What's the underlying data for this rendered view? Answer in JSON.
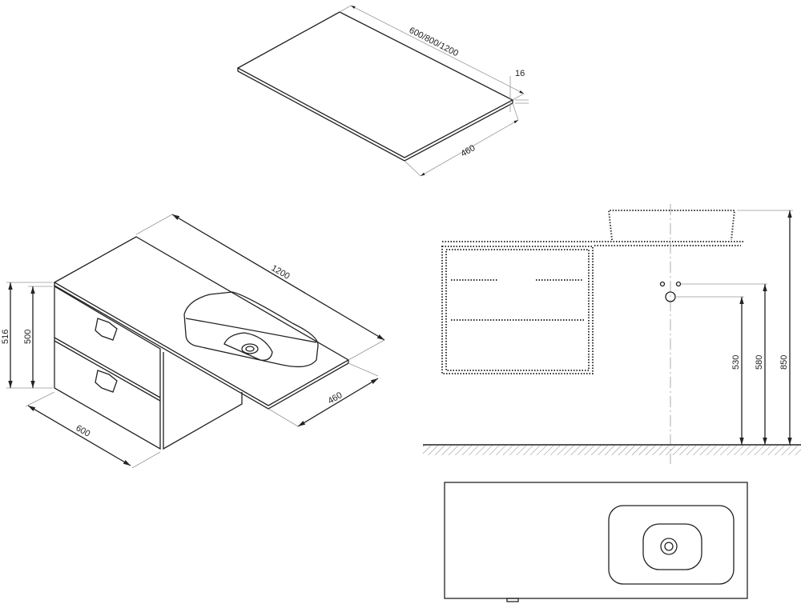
{
  "top_view": {
    "length_label": "600/800/1200",
    "thickness_label": "16",
    "depth_label": "460"
  },
  "iso_view": {
    "length_label": "1200",
    "depth_label": "460",
    "height_total_label": "516",
    "height_cabinet_label": "500",
    "cabinet_width_label": "600"
  },
  "elevation": {
    "drain_height_label": "530",
    "tap_height_label": "580",
    "top_height_label": "850"
  }
}
